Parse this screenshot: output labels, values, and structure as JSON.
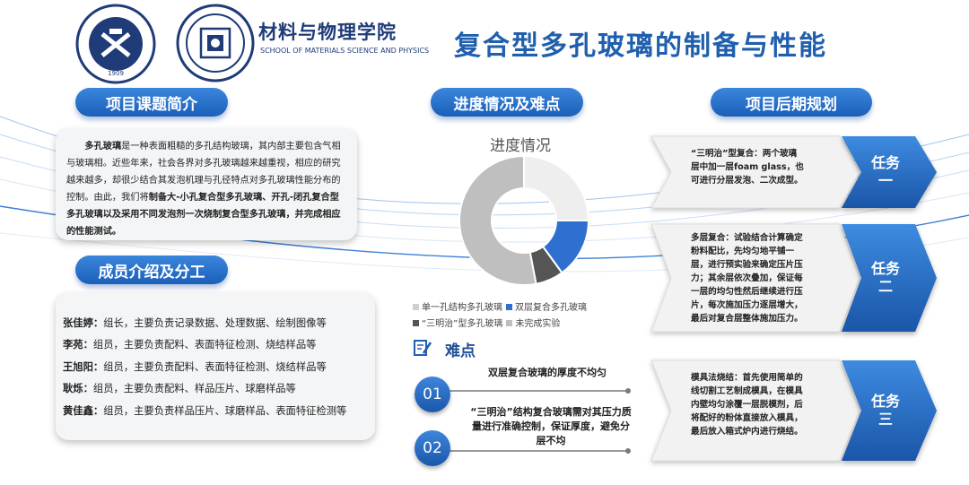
{
  "header": {
    "school_cn": "材料与物理学院",
    "school_en": "SCHOOL OF MATERIALS SCIENCE AND PHYSICS",
    "title": "复合型多孔玻璃的制备与性能",
    "logo1_year": "1909"
  },
  "sections": {
    "intro_title": "项目课题简介",
    "members_title": "成员介绍及分工",
    "progress_title": "进度情况及难点",
    "plan_title": "项目后期规划"
  },
  "intro": {
    "p1_bold": "多孔玻璃",
    "p1_text": "是一种表面粗糙的多孔结构玻璃，其内部主要包含气相与玻璃相。近些年来，社会各界对多孔玻璃越来越重视，相应的研究越来越多，却很少结合其发泡机理与孔径特点对多孔玻璃性能分布的控制。由此，我们将",
    "p2_bold": "制备大-小孔复合型多孔玻璃、开孔-闭孔复合型多孔玻璃以及采用不同发泡剂一次烧制复合型多孔玻璃，并完成相应的性能测试。"
  },
  "members": [
    {
      "name": "张佳婷：",
      "duty": "组长，主要负责记录数据、处理数据、绘制图像等"
    },
    {
      "name": "李苑：",
      "duty": "组员，主要负责配料、表面特征检测、烧结样品等"
    },
    {
      "name": "王旭阳：",
      "duty": "组员，主要负责配料、表面特征检测、烧结样品等"
    },
    {
      "name": "耿烁：",
      "duty": "组员，主要负责配料、样品压片、球磨样品等"
    },
    {
      "name": "黄佳鑫：",
      "duty": "组员，主要负责样品压片、球磨样品、表面特征检测等"
    }
  ],
  "chart_data": {
    "type": "pie",
    "title": "进度情况",
    "series": [
      {
        "name": "单一孔结构多孔玻璃",
        "value": 0.25,
        "color": "#eeeeee"
      },
      {
        "name": "双层复合多孔玻璃",
        "value": 0.15,
        "color": "#2f6fd0"
      },
      {
        "name": "“三明治”型多孔玻璃",
        "value": 0.07,
        "color": "#555555"
      },
      {
        "name": "未完成实验",
        "value": 0.53,
        "color": "#bfbfbf"
      }
    ],
    "legend_position": "bottom"
  },
  "difficulties": {
    "title": "难点",
    "items": [
      {
        "num": "01",
        "text": "双层复合玻璃的厚度不均匀"
      },
      {
        "num": "02",
        "text": "“三明治”结构复合玻璃需对其压力质量进行准确控制，保证厚度，避免分层不均"
      }
    ]
  },
  "tasks": [
    {
      "label": "任务一",
      "text": "“三明治”型复合：两个玻璃层中加一层foam glass，也可进行分层发泡、二次成型。"
    },
    {
      "label": "任务二",
      "text": "多层复合：试验结合计算确定粉料配比，先均匀地平铺一层，进行预实验来确定压片压力；其余层依次叠加，保证每一层的均匀性然后继续进行压片，每次施加压力逐层增大，最后对复合层整体施加压力。"
    },
    {
      "label": "任务三",
      "text": "模具法烧结：首先使用简单的线切割工艺制成模具，在模具内壁均匀涂覆一层脱模剂，后将配好的粉体直接放入模具，最后放入箱式炉内进行烧结。"
    }
  ],
  "colors": {
    "brand_blue": "#1f5fae",
    "pill_blue": "#1b5fb8",
    "card_bg": "#f4f5f7"
  }
}
